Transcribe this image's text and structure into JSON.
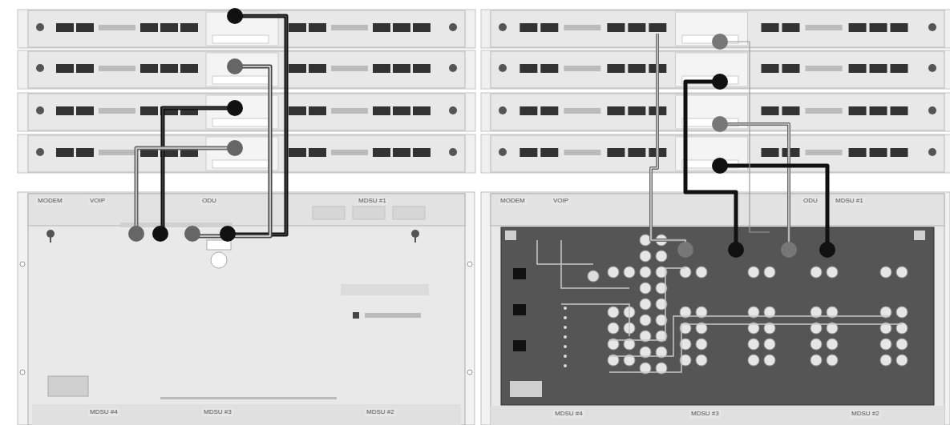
{
  "diagram": {
    "labels": [
      "MODEM",
      "VOIP",
      "ODU",
      "MDSU #1",
      "MDSU #4",
      "MDSU #3",
      "MDSU #2",
      "MODEM",
      "VOIP",
      "ODU",
      "MDSU #1",
      "MDSU #4",
      "MDSU #3",
      "MDSU #2"
    ]
  }
}
